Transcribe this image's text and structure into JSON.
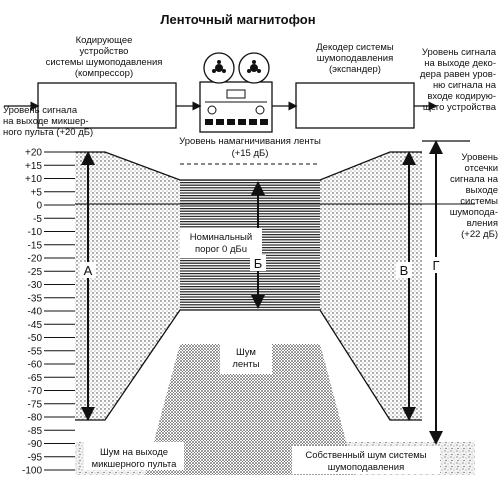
{
  "title": "Ленточный магнитофон",
  "labels": {
    "encoder": [
      "Кодирующее",
      "устройство",
      "системы шумоподавления",
      "(компрессор)"
    ],
    "decoder": [
      "Декодер системы",
      "шумоподавления",
      "(экспандер)"
    ],
    "input_level": [
      "Уровень сигнала",
      "на выходе микшер-",
      "ного пульта (+20 дБ)"
    ],
    "output_level": [
      "Уровень сигнала",
      "на выходе деко-",
      "дера равен уров-",
      "ню сигнала на",
      "входе кодирую-",
      "щего устройства"
    ],
    "tape_magnetization": [
      "Уровень намагничивания ленты",
      "(+15 дБ)"
    ],
    "nominal_threshold": [
      "Номинальный",
      "порог 0 дБu"
    ],
    "clip_level": [
      "Уровень",
      "отсечки",
      "сигнала на",
      "выходе",
      "системы",
      "шумопода-",
      "вления",
      "(+22 дБ)"
    ],
    "tape_noise": [
      "Шум",
      "ленты"
    ],
    "mixer_noise": [
      "Шум на выходе",
      "микшерного пульта"
    ],
    "system_noise": [
      "Собственный шум системы",
      "шумоподавления"
    ]
  },
  "letters": {
    "a": "А",
    "b": "Б",
    "v": "В",
    "g": "Г"
  },
  "ticks": [
    "+20",
    "+15",
    "+10",
    "+5",
    "0",
    "-5",
    "-10",
    "-15",
    "-20",
    "-25",
    "-30",
    "-35",
    "-40",
    "-45",
    "-50",
    "-55",
    "-60",
    "-65",
    "-70",
    "-75",
    "-80",
    "-85",
    "-90",
    "-95",
    "-100"
  ],
  "tick_values": [
    20,
    15,
    10,
    5,
    0,
    -5,
    -10,
    -15,
    -20,
    -25,
    -30,
    -35,
    -40,
    -45,
    -50,
    -55,
    -60,
    -65,
    -70,
    -75,
    -80,
    -85,
    -90,
    -95,
    -100
  ]
}
